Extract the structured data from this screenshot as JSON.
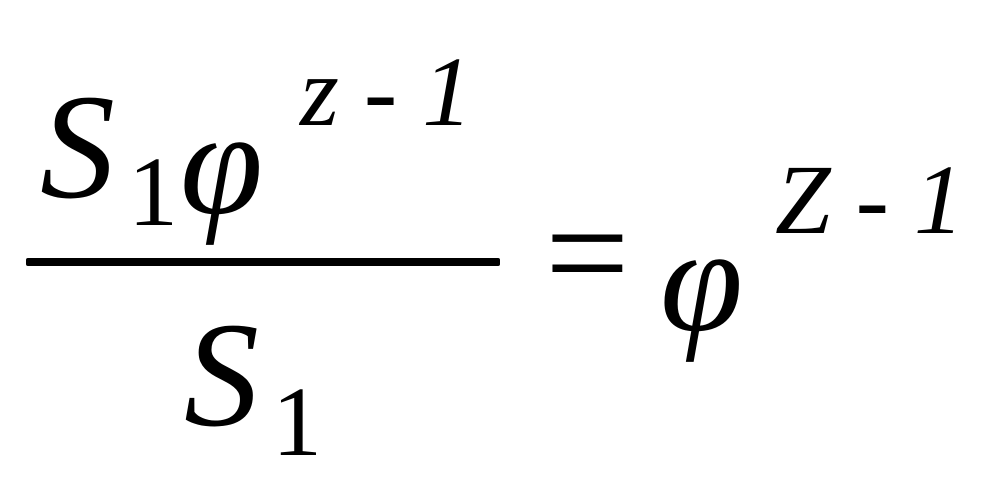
{
  "equation": {
    "numerator": {
      "base": "S",
      "subscript": "1",
      "factor": "φ",
      "exponent": "z - 1"
    },
    "denominator": {
      "base": "S",
      "subscript": "1"
    },
    "equals": "=",
    "rhs": {
      "base": "φ",
      "exponent": "Z - 1"
    }
  }
}
